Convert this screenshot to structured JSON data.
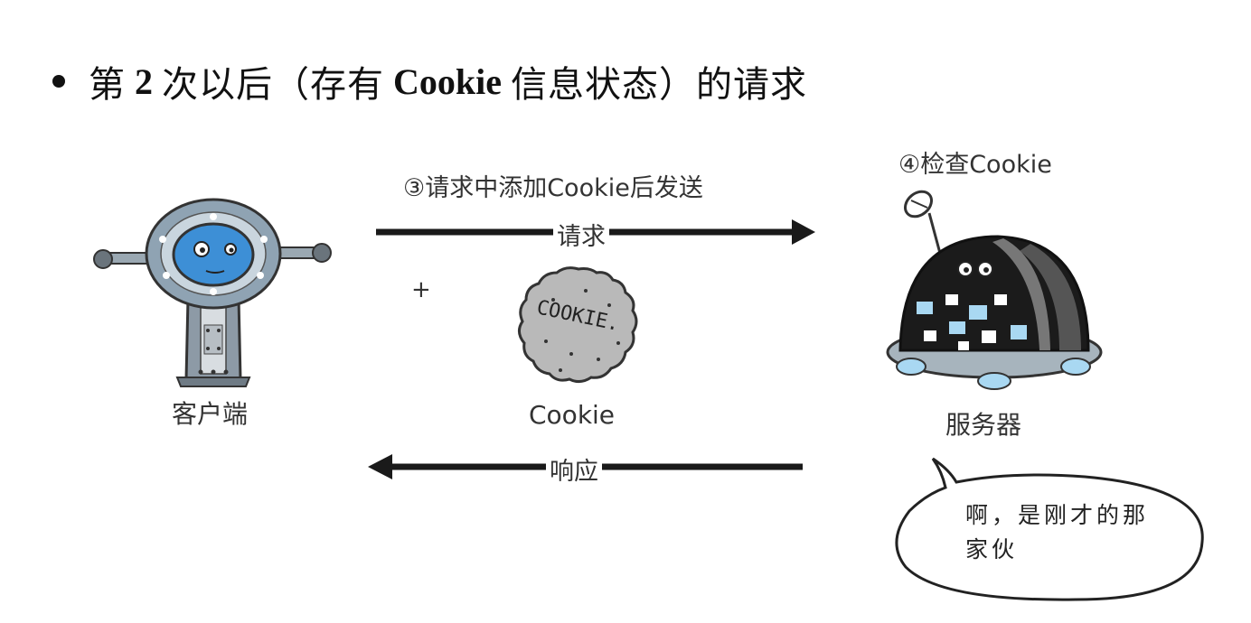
{
  "heading": {
    "part1": "第",
    "num": "2",
    "part2": "次以后（存有",
    "bold_word": "Cookie",
    "part3": "信息状态）的请求"
  },
  "diagram": {
    "step3": "③请求中添加Cookie后发送",
    "step4": "④检查Cookie",
    "request_label": "请求",
    "response_label": "响应",
    "plus": "+",
    "client_label": "客户端",
    "cookie_label": "Cookie",
    "cookie_text": "COOKIE.",
    "server_label": "服务器",
    "speech": "啊，是刚才的那家伙"
  },
  "colors": {
    "client_screen": "#3d8fd6",
    "client_body": "#8fa3b3",
    "cookie_fill": "#b9b9b9",
    "server_shell": "#1b1b1b",
    "server_window": "#a9d8f2"
  }
}
